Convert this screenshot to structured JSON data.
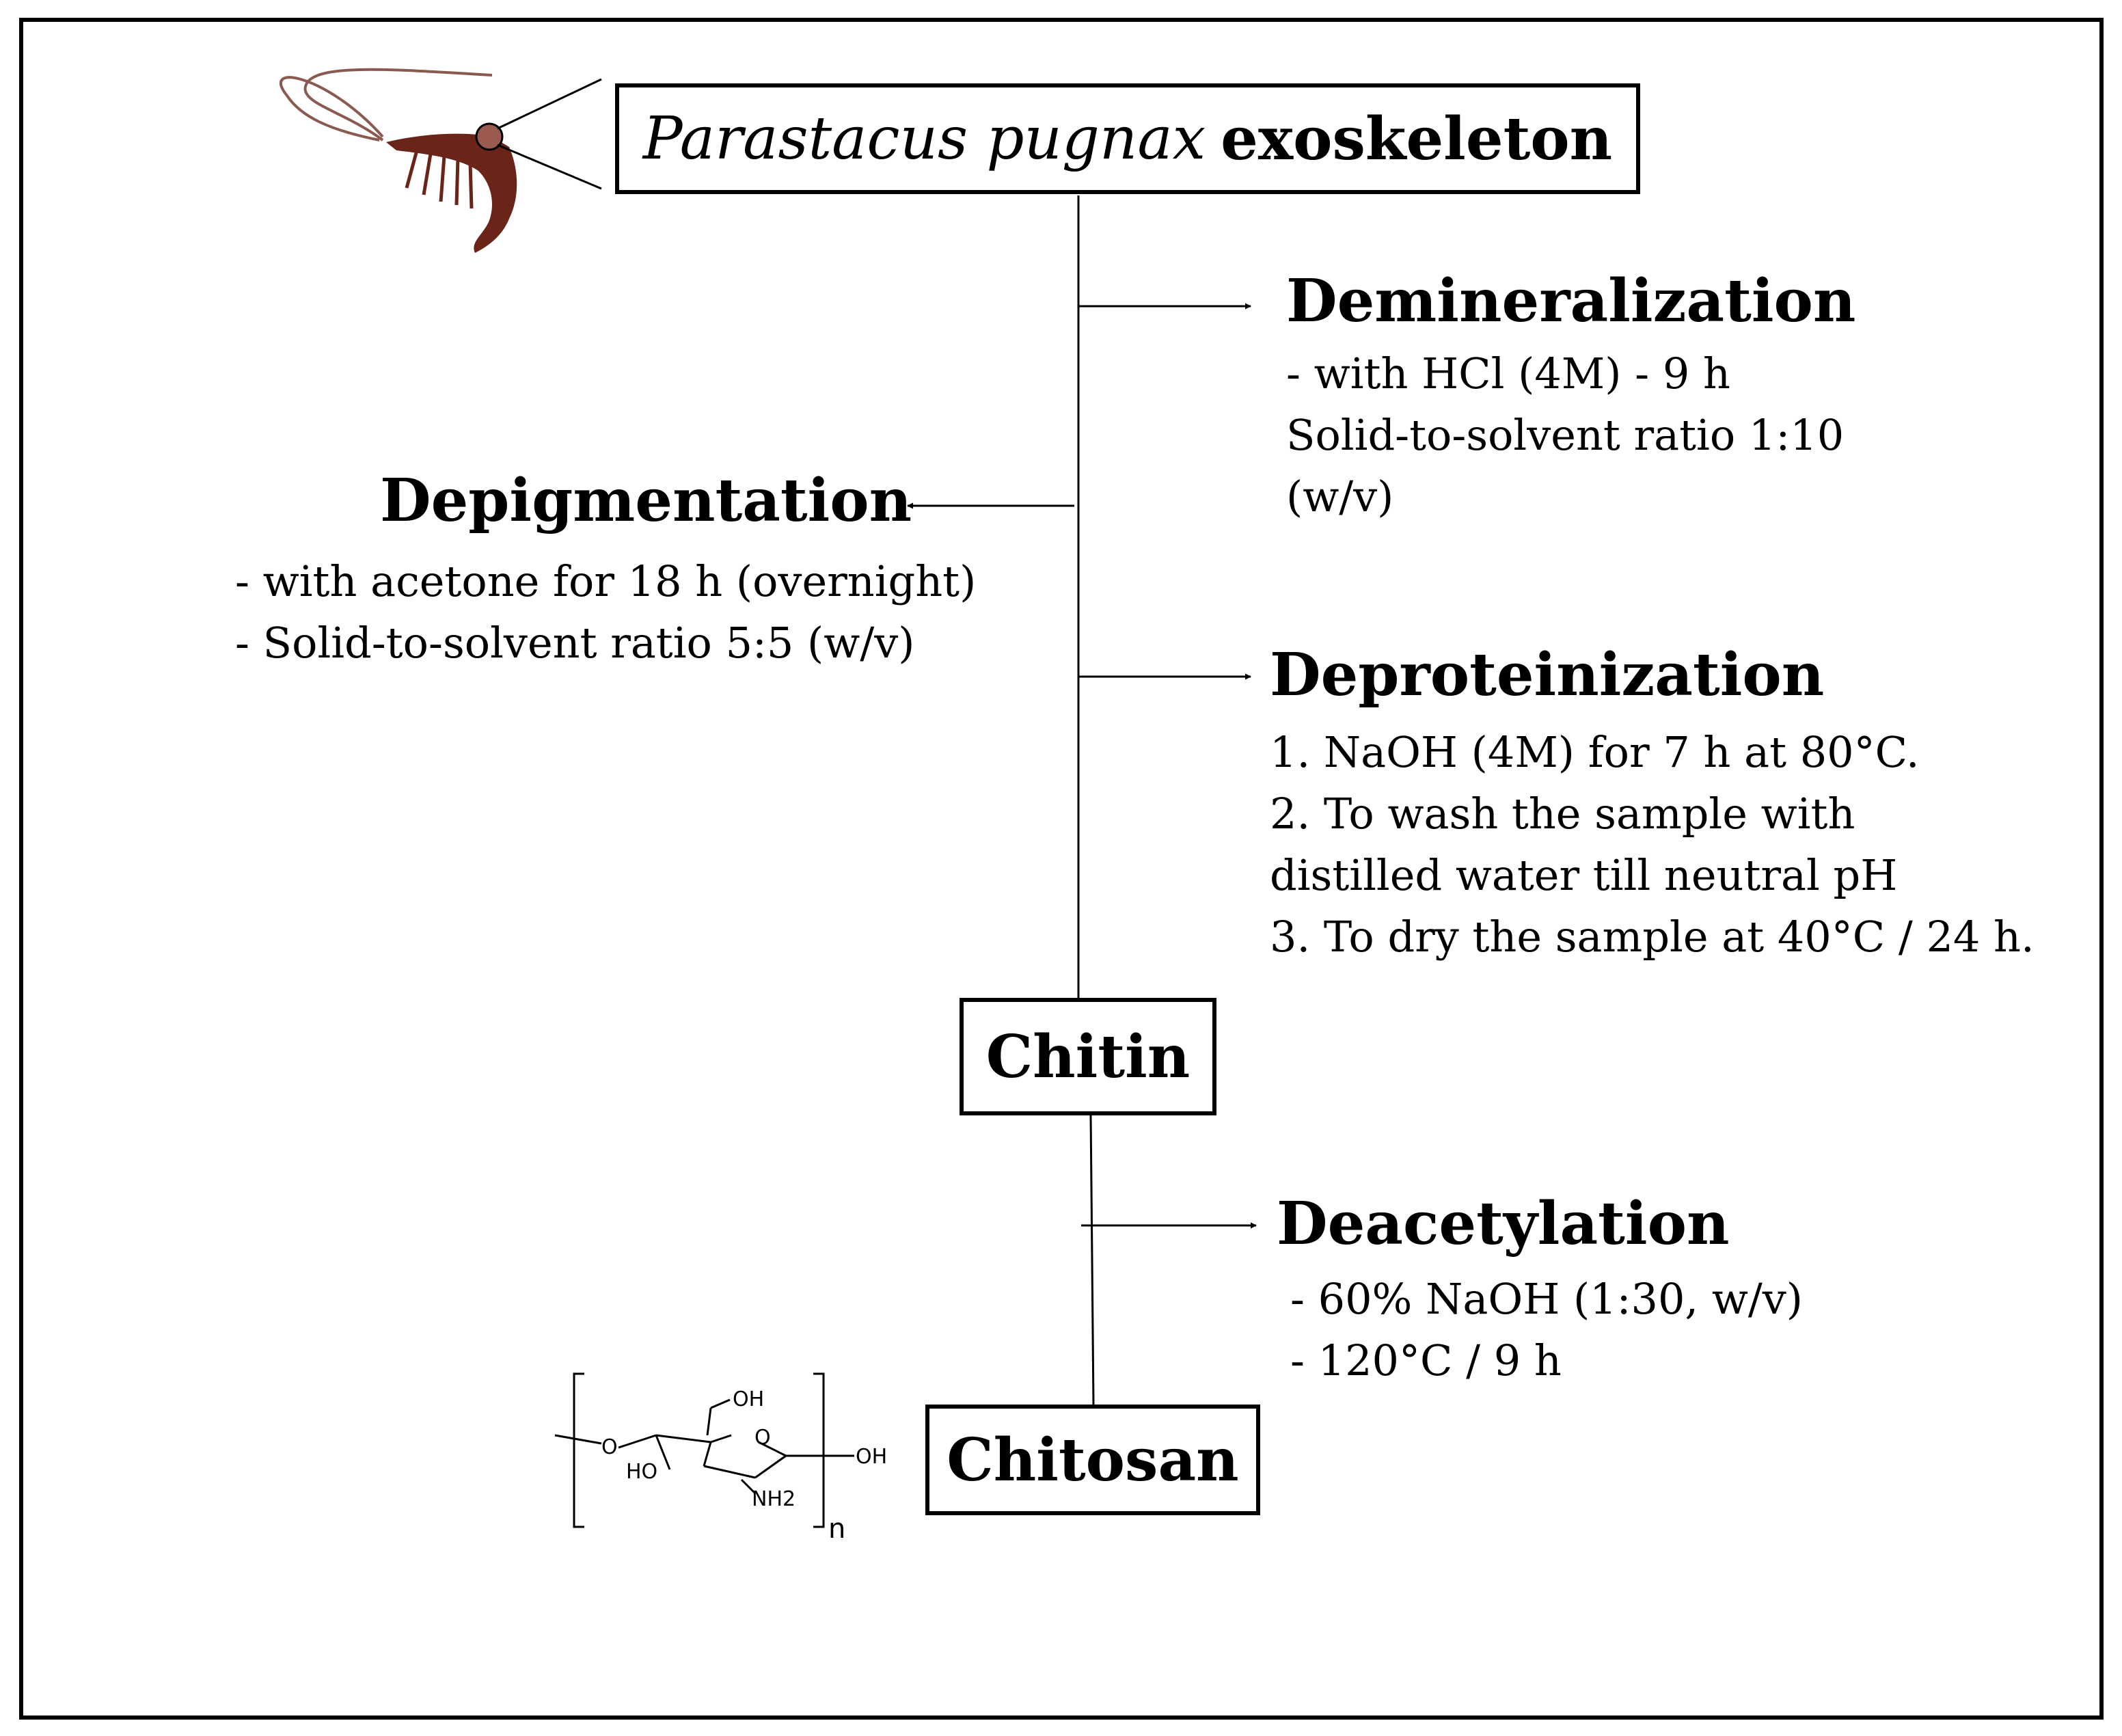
{
  "source": {
    "species": "Parastacus pugnax",
    "suffix": "exoskeleton"
  },
  "steps": {
    "demineralization": {
      "title": "Demineralization",
      "lines": [
        "- with HCl (4M) - 9 h",
        "Solid-to-solvent ratio 1:10",
        "(w/v)"
      ]
    },
    "depigmentation": {
      "title": "Depigmentation",
      "lines": [
        "- with acetone for 18 h (overnight)",
        "- Solid-to-solvent ratio 5:5 (w/v)"
      ]
    },
    "deproteinization": {
      "title": "Deproteinization",
      "lines": [
        "1. NaOH (4M) for 7 h at 80°C.",
        "2. To wash the sample with",
        "distilled water till neutral pH",
        "3. To dry the sample at 40°C / 24 h."
      ]
    },
    "deacetylation": {
      "title": "Deacetylation",
      "lines": [
        "- 60% NaOH (1:30, w/v)",
        "- 120°C / 9 h"
      ]
    }
  },
  "products": {
    "chitin": "Chitin",
    "chitosan": "Chitosan"
  },
  "structure": {
    "labels": {
      "oh_top": "OH",
      "o_ring": "O",
      "oh_right": "OH",
      "o_left": "O",
      "ho": "HO",
      "nh2": "NH2",
      "repeat": "n"
    }
  },
  "colors": {
    "line": "#000000",
    "shrimp_body": "#6b2418",
    "shrimp_antenna": "#8a5a50"
  }
}
